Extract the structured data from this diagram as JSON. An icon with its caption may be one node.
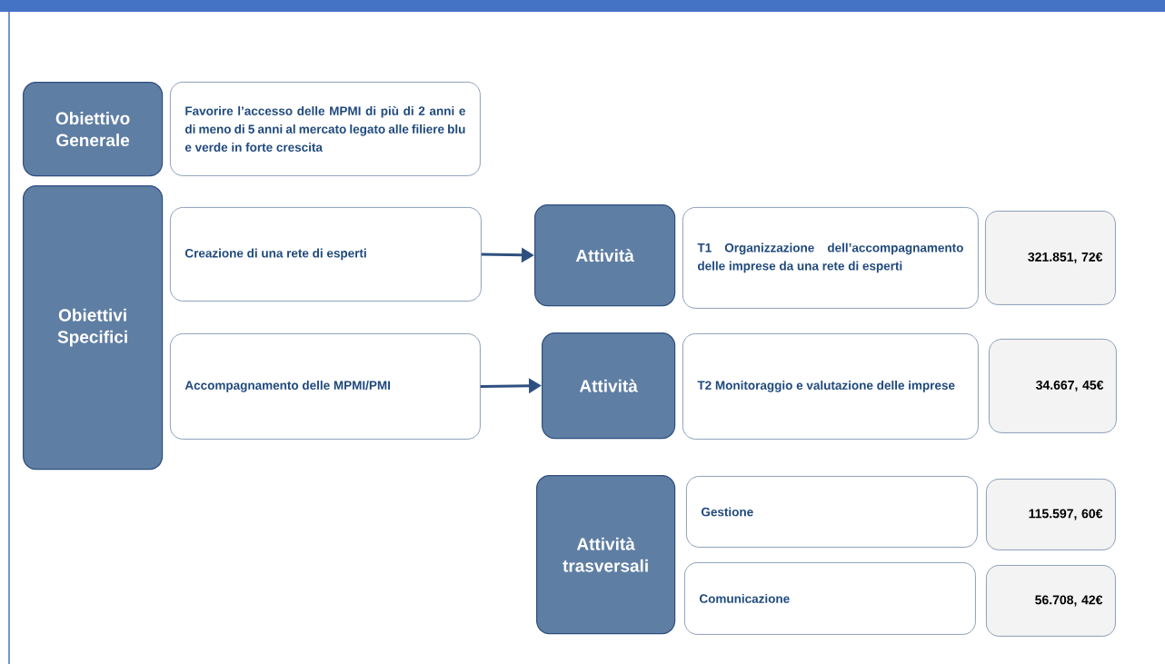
{
  "diagram": {
    "nodes": [
      {
        "text": [
          "Obiettivo Generale"
        ]
      },
      {
        "text": [
          "Favorire l’accesso delle MPMI di più di 2 anni e di meno di 5 anni al mercato legato alle filiere blu e verde in forte crescita"
        ]
      },
      {
        "text": [
          "Obiettivi Specifici"
        ]
      },
      {
        "text": [
          "Creazione di una rete di esperti"
        ]
      },
      {
        "text": [
          "Attività"
        ]
      },
      {
        "text": [
          "T1 Organizzazione dell’accompagnamento delle imprese da una rete di esperti"
        ]
      },
      {
        "text": [
          "321.851, 72€"
        ]
      },
      {
        "text": [
          "Accompagnamento delle MPMI/PMI"
        ]
      },
      {
        "text": [
          "Attività"
        ]
      },
      {
        "text": [
          "T2 Monitoraggio e valutazione delle imprese"
        ]
      },
      {
        "text": [
          "34.667, 45€"
        ]
      },
      {
        "text": [
          "Attività trasversali"
        ]
      },
      {
        "text": [
          "Gestione"
        ]
      },
      {
        "text": [
          "115.597, 60€"
        ]
      },
      {
        "text": [
          "Comunicazione"
        ]
      },
      {
        "text": [
          "56.708, 42€"
        ]
      }
    ],
    "edges": [
      {
        "from": 3,
        "to": 4,
        "arrow": "to"
      },
      {
        "from": 7,
        "to": 8,
        "arrow": "to"
      }
    ]
  }
}
